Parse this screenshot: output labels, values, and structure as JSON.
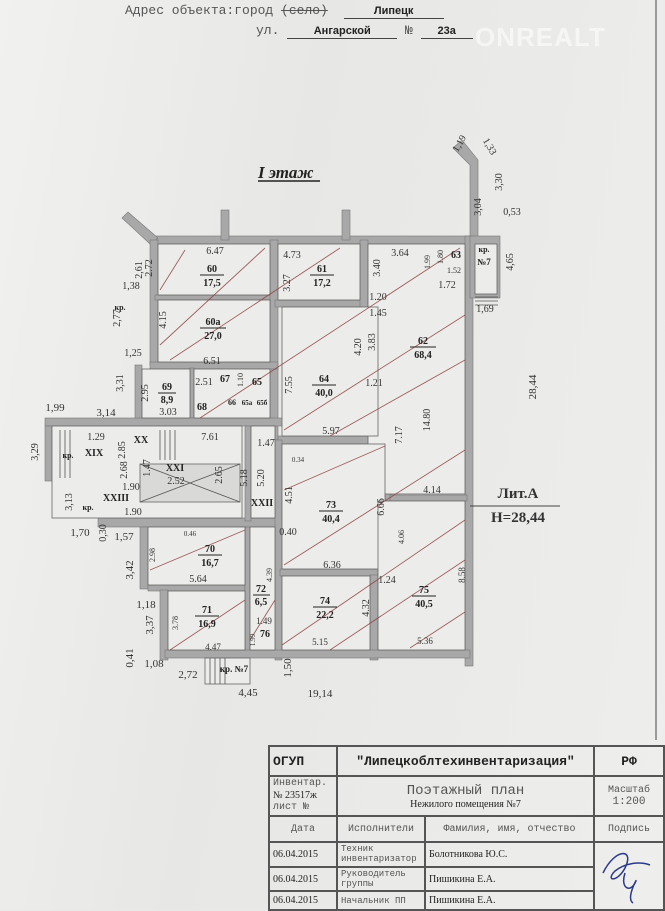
{
  "header": {
    "address_label": "Адрес объекта:город",
    "village_struck": "(село)",
    "city": "Липецк",
    "street_label": "ул.",
    "street": "Ангарской",
    "number_label": "№",
    "number": "23а",
    "watermark": "ONREALT"
  },
  "plan": {
    "floor_title": "I этаж",
    "lit": "Лит.А",
    "height": "Н=28,44",
    "rooms": [
      {
        "no": "60",
        "area": "17,5"
      },
      {
        "no": "61",
        "area": "17,2"
      },
      {
        "no": "60а",
        "area": "27,0"
      },
      {
        "no": "62",
        "area": "68,4"
      },
      {
        "no": "64",
        "area": "40,0"
      },
      {
        "no": "69",
        "area": "8,9"
      },
      {
        "no": "73",
        "area": "40,4"
      },
      {
        "no": "70",
        "area": "16,7"
      },
      {
        "no": "71",
        "area": "16,9"
      },
      {
        "no": "72",
        "area": "6,5"
      },
      {
        "no": "74",
        "area": "22,2"
      },
      {
        "no": "75",
        "area": "40,5"
      }
    ],
    "small_rooms": [
      "63",
      "67",
      "68",
      "65",
      "66",
      "65а",
      "65б",
      "76",
      "XIX",
      "XX",
      "XXI",
      "XXII",
      "XXIII",
      "кр.",
      "кр.",
      "кр.",
      "кр.",
      "кр. №7",
      "№7"
    ],
    "dims": [
      "6.47",
      "2.72",
      "2,61",
      "4.73",
      "3.27",
      "3.64",
      "3.40",
      "1,19",
      "1,33",
      "3,30",
      "3,04",
      "0,53",
      "4,65",
      "1.80",
      "1.99",
      "1.52",
      "1.72",
      "1,69",
      "1,38",
      "2,77",
      "4.15",
      "1.20",
      "1.45",
      "4.20",
      "3.83",
      "1,25",
      "6.51",
      "7.55",
      "1.21",
      "3,31",
      "2.95",
      "3.03",
      "2.51",
      "1.10",
      "14.80",
      "28,44",
      "5.97",
      "7.17",
      "1,99",
      "3,14",
      "3,29",
      "1.29",
      "7.61",
      "1.47",
      "2.85",
      "2.68",
      "2.52",
      "2.65",
      "5.18",
      "5.20",
      "1.90",
      "1.47",
      "1.90",
      "3,13",
      "0.34",
      "4.51",
      "6.66",
      "4.14",
      "1,70",
      "0,30",
      "1,57",
      "0.40",
      "4.06",
      "0.46",
      "2.98",
      "6.36",
      "5.64",
      "4.39",
      "8.58",
      "1.24",
      "3,42",
      "4.32",
      "1,18",
      "3,37",
      "3.78",
      "1.49",
      "4.47",
      "5.15",
      "5.36",
      "1.99",
      "0,41",
      "1,08",
      "2,72",
      "4,45",
      "1,50",
      "19,14"
    ]
  },
  "title_block": {
    "org_type": "ОГУП",
    "org_name": "\"Липецкоблтехинвентаризация\"",
    "country": "РФ",
    "inventory_label": "Инвентар.",
    "inventory_no": "№ 23517ж",
    "sheet_label": "лист №",
    "doc_title": "Поэтажный план",
    "doc_subtitle": "Нежилого помещения №7",
    "scale_label": "Масштаб",
    "scale": "1:200",
    "columns": [
      "Дата",
      "Исполнители",
      "Фамилия, имя, отчество",
      "Подпись"
    ],
    "rows": [
      {
        "date": "06.04.2015",
        "role": "Техник инвентаризатор",
        "name": "Болотникова Ю.С."
      },
      {
        "date": "06.04.2015",
        "role": "Руководитель группы",
        "name": "Пишикина Е.А."
      },
      {
        "date": "06.04.2015",
        "role": "Начальник ПП",
        "name": "Пишикина Е.А."
      }
    ]
  }
}
